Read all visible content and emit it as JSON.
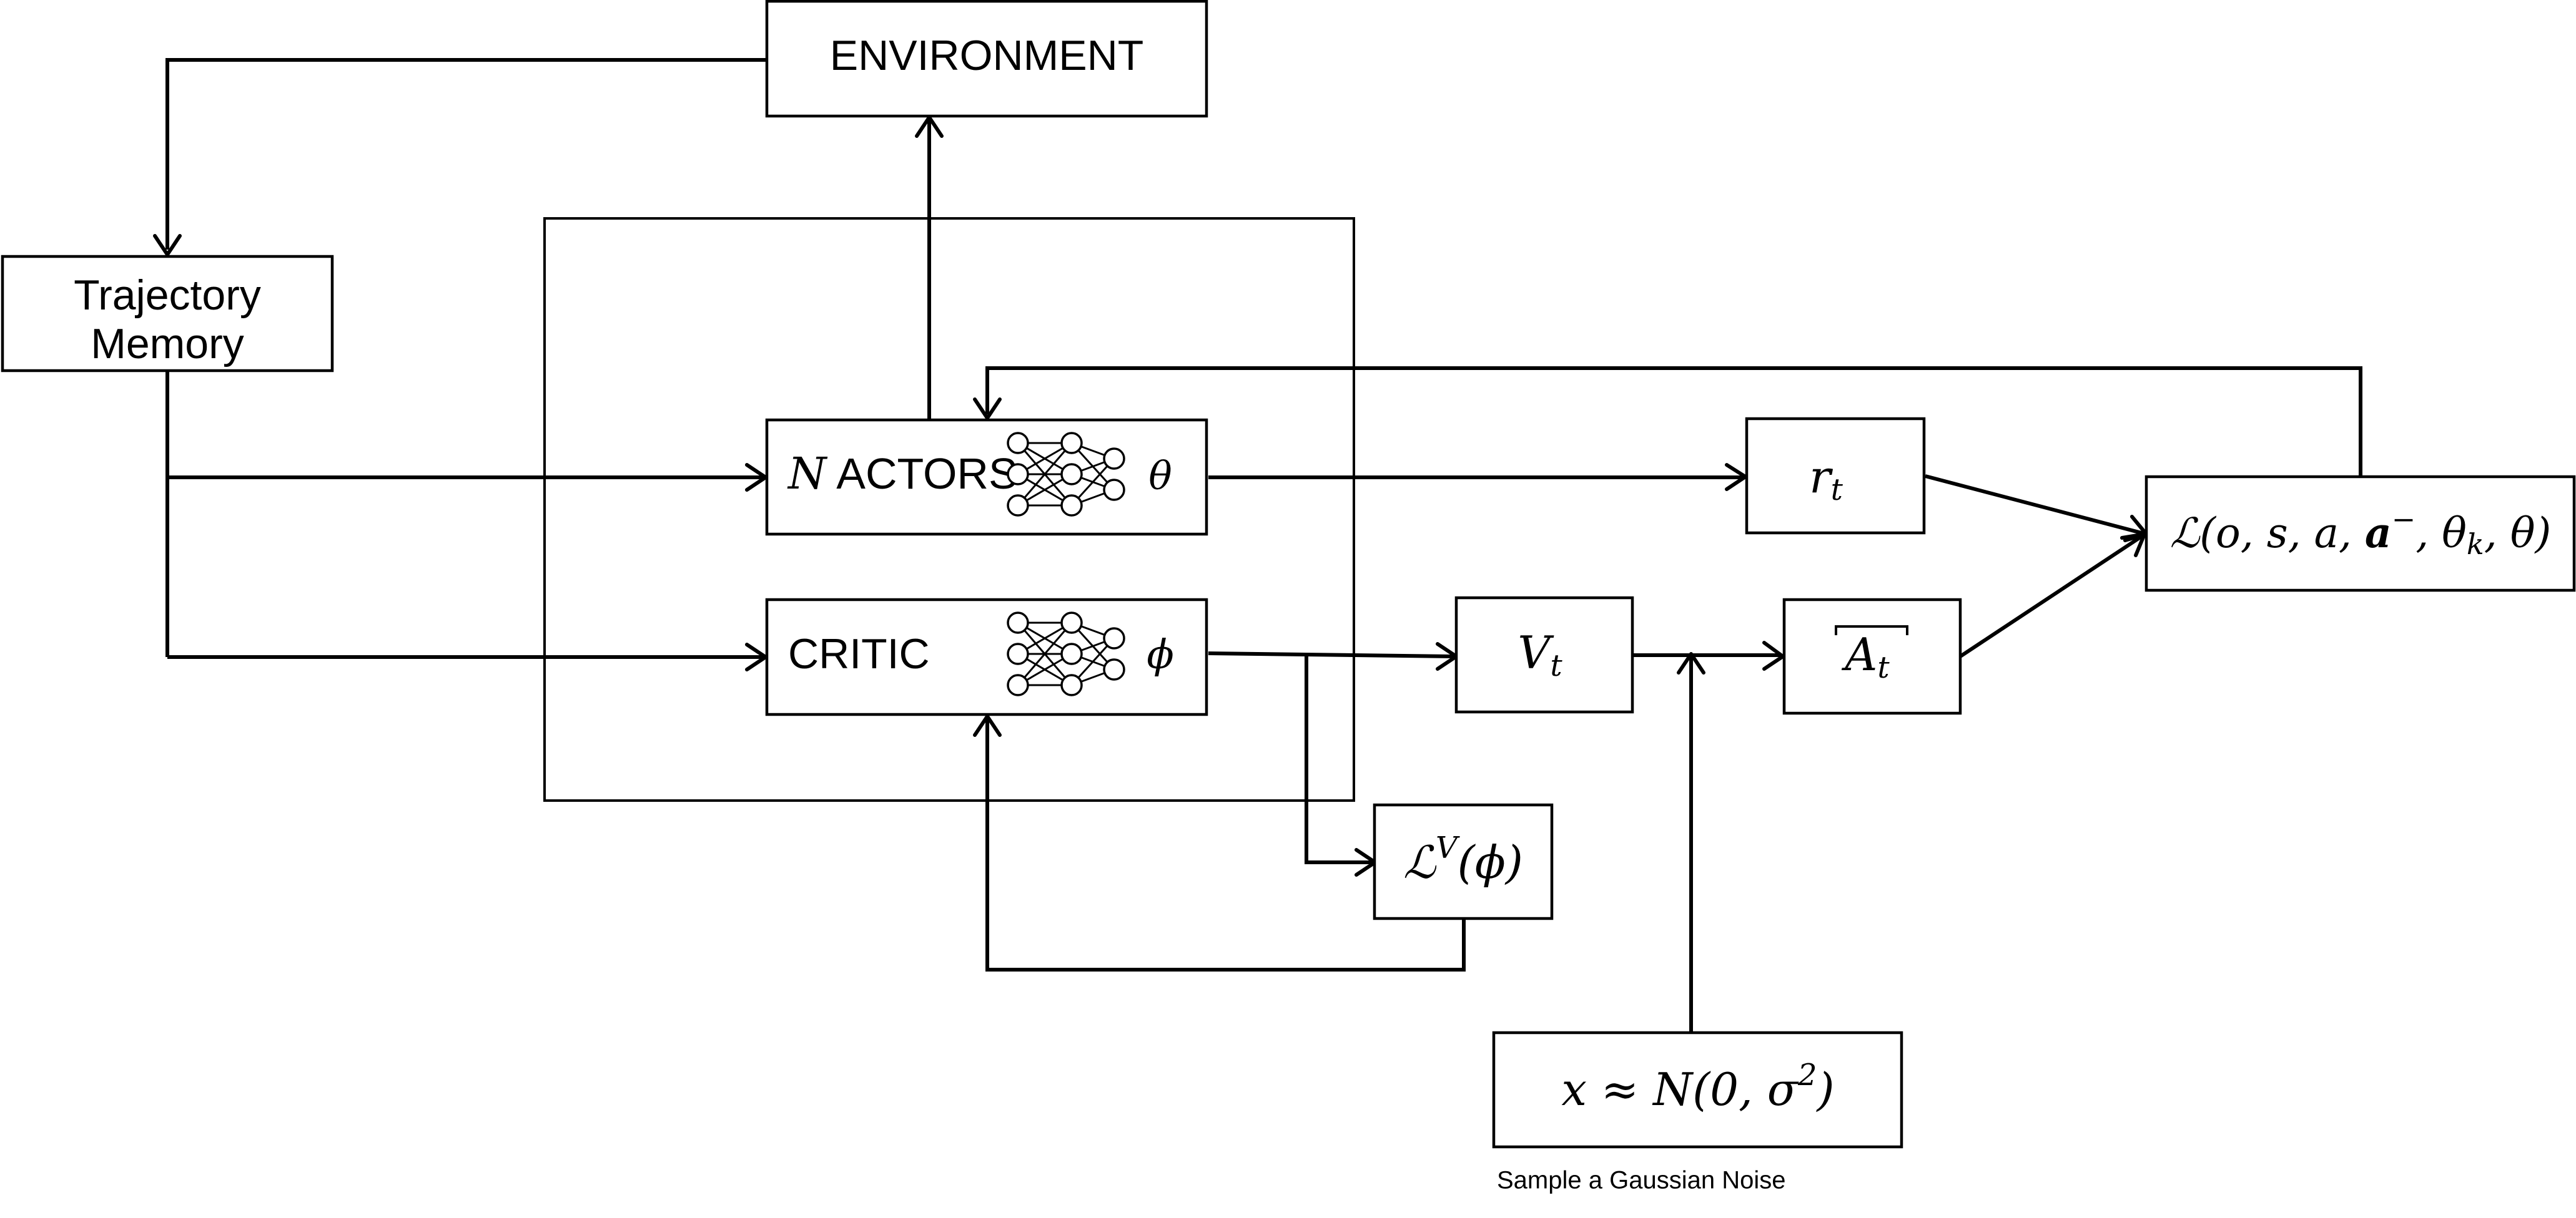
{
  "nodes": {
    "environment": "ENVIRONMENT",
    "trajectory_memory": [
      "Trajectory",
      "Memory"
    ],
    "actors": {
      "n": "N",
      "label": "ACTORS",
      "param": "θ"
    },
    "critic": {
      "label": "CRITIC",
      "param": "ϕ"
    },
    "reward": {
      "base": "r",
      "sub": "t"
    },
    "value": {
      "base": "V",
      "sub": "t"
    },
    "advantage": {
      "base": "A",
      "sub": "t"
    },
    "value_loss": {
      "base": "ℒ",
      "sup": "V",
      "args": "(ϕ)"
    },
    "policy_loss": {
      "base": "ℒ(o, s, a, ",
      "bold": "a",
      "sup": "−",
      "mid": ", θ",
      "sub": "k",
      "end": ", θ)"
    },
    "noise": {
      "lhs": "x ≈ N(0, σ",
      "sup": "2",
      "rhs": ")"
    }
  },
  "captions": {
    "noise": "Sample a Gaussian Noise"
  },
  "icons": [
    "neural-network-icon"
  ]
}
